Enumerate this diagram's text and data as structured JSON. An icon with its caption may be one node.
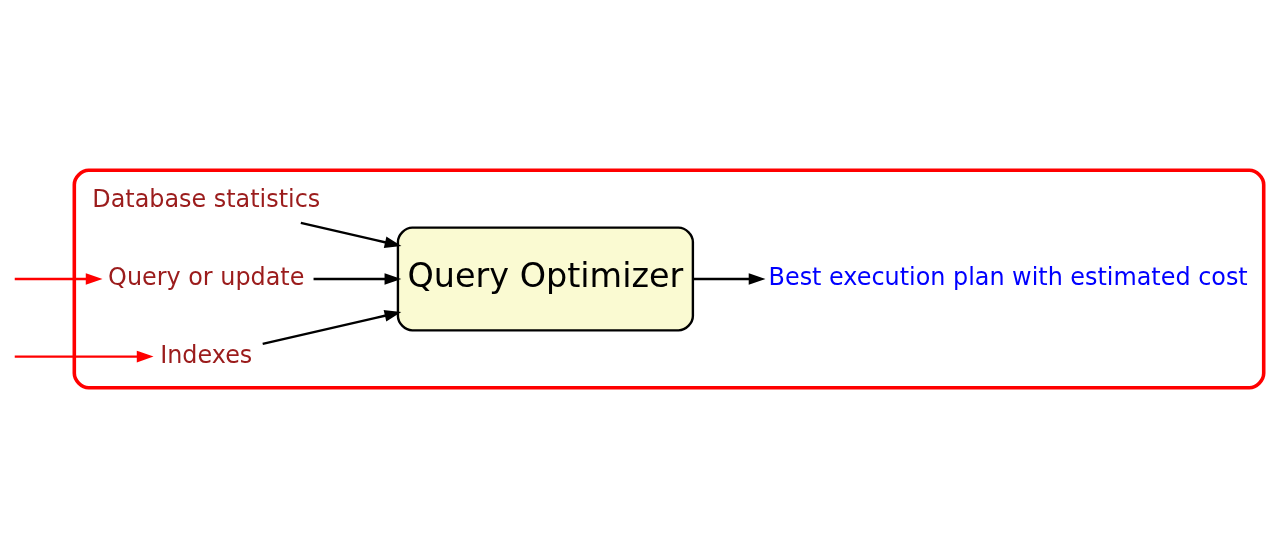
{
  "diagram": {
    "nodes": [
      {
        "text": [],
        "shape": "cloud"
      },
      {
        "text": [
          "Database statistics"
        ],
        "in": 0
      },
      {
        "text": [
          "Query or update"
        ],
        "in": 0
      },
      {
        "text": [
          "Indexes"
        ],
        "in": 0
      },
      {
        "text": [
          "Query Optimizer"
        ],
        "in": 0
      },
      {
        "text": [
          "Best execution plan with estimated cost"
        ],
        "in": 0
      }
    ],
    "edges": [
      {
        "from": 1,
        "to": 4,
        "arrow": "to"
      },
      {
        "from": 2,
        "to": 4,
        "arrow": "to"
      },
      {
        "from": 3,
        "to": 4,
        "arrow": "to"
      },
      {
        "from": 4,
        "to": 5,
        "arrow": "to"
      },
      {
        "from": null,
        "to": 2,
        "arrow": "to",
        "color": "#ff0000"
      },
      {
        "from": null,
        "to": 3,
        "arrow": "to",
        "color": "#ff0000"
      }
    ]
  }
}
